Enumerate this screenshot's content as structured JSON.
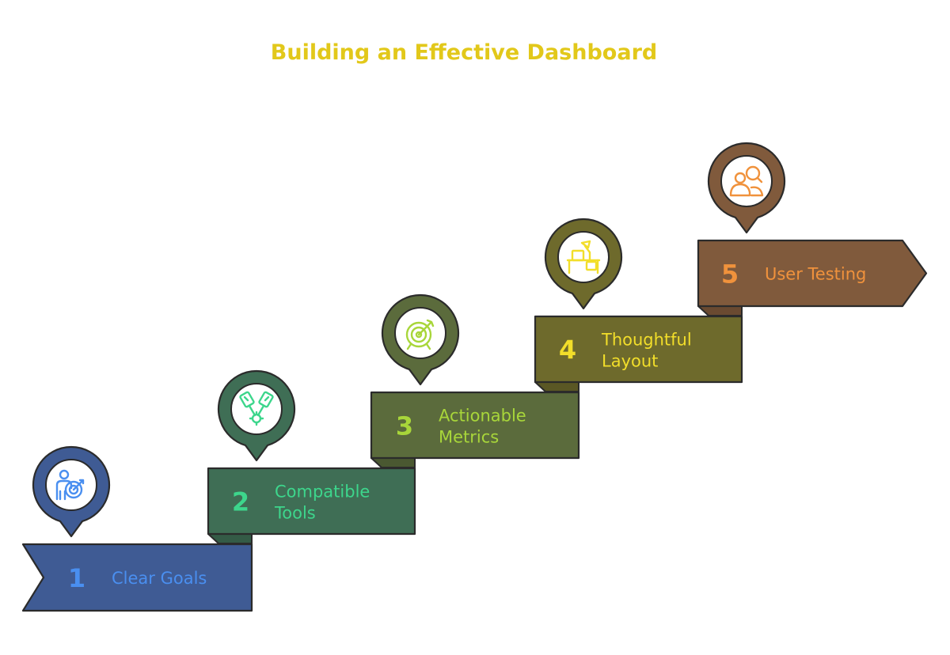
{
  "title": "Building an Effective Dashboard",
  "colors": {
    "title": "#e2c81a",
    "outline": "#2b2b2b",
    "icon_bg": "#ffffff"
  },
  "steps": [
    {
      "number": "1",
      "label_lines": [
        "Clear Goals"
      ],
      "icon": "person-target-icon",
      "fill": "#3f5b94",
      "side": "#33497a",
      "text_color": "#4a8ff0"
    },
    {
      "number": "2",
      "label_lines": [
        "Compatible",
        "Tools"
      ],
      "icon": "connected-tools-icon",
      "fill": "#3f6e55",
      "side": "#345b46",
      "text_color": "#3dd68c"
    },
    {
      "number": "3",
      "label_lines": [
        "Actionable",
        "Metrics"
      ],
      "icon": "target-arrow-icon",
      "fill": "#5b6b3c",
      "side": "#4a5831",
      "text_color": "#a8d63a"
    },
    {
      "number": "4",
      "label_lines": [
        "Thoughtful",
        "Layout"
      ],
      "icon": "desk-lamp-icon",
      "fill": "#6e6a2c",
      "side": "#5a5724",
      "text_color": "#f2de2a"
    },
    {
      "number": "5",
      "label_lines": [
        "User Testing"
      ],
      "icon": "user-search-icon",
      "fill": "#805a3c",
      "side": "#6a4a31",
      "text_color": "#f0923c"
    }
  ]
}
